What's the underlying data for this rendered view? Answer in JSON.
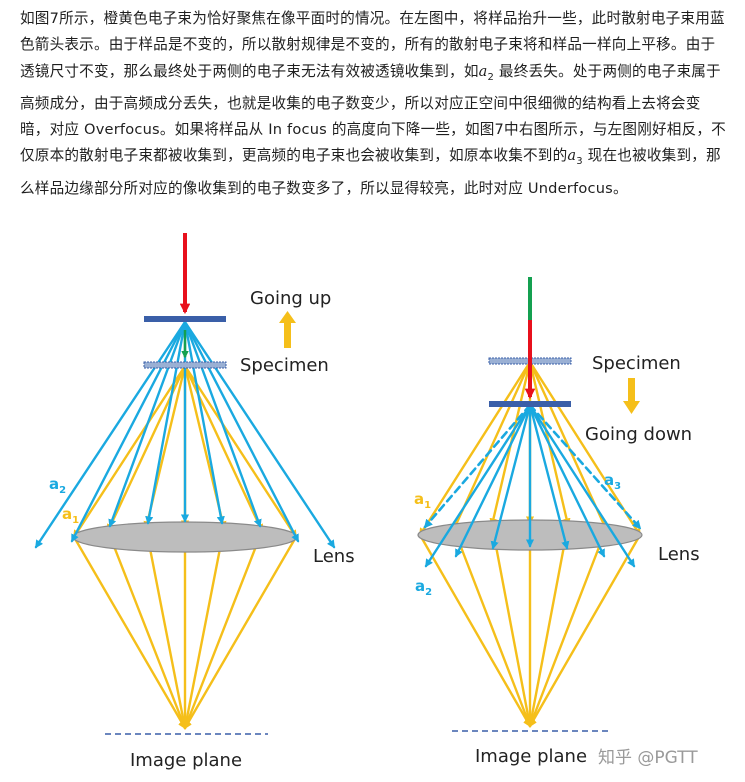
{
  "paragraph": {
    "p1": "如图7所示，橙黄色电子束为恰好聚焦在像平面时的情况。在左图中，将样品抬升一些，此时散射电子束用蓝色箭头表示。由于样品是不变的，所以散射规律是不变的，所有的散射电子束将和样品一样向上平移。由于透镜尺寸不变，那么最终处于两侧的电子束无法有效被透镜收集到，如",
    "a2_letter": "a",
    "a2_sub": "2",
    "p2": " 最终丢失。处于两侧的电子束属于高频成分，由于高频成分丢失，也就是收集的电子数变少，所以对应正空间中很细微的结构看上去将会变暗，对应 Overfocus。如果将样品从 In focus 的高度向下降一些，如图7中右图所示，与左图刚好相反，不仅原本的散射电子束都被收集到，更高频的电子束也会被收集到，如原本收集不到的",
    "a3_letter": "a",
    "a3_sub": "3",
    "p3": " 现在也被收集到，那么样品边缘部分所对应的像收集到的电子数变多了，所以显得较亮，此时对应 Underfocus。"
  },
  "diagram": {
    "colors": {
      "beam_red": "#e8101c",
      "beam_green": "#14a050",
      "scatter_blue": "#1aa9e0",
      "focus_orange": "#f5bf1a",
      "specimen_blue": "#3a5fa8",
      "lens_gray": "#bdbdbd"
    },
    "left": {
      "motion_label": "Going up",
      "specimen_label": "Specimen",
      "lens_label": "Lens",
      "image_plane_label": "Image plane",
      "a1_letter": "a",
      "a1_sub": "1",
      "a2_letter": "a",
      "a2_sub": "2"
    },
    "right": {
      "specimen_label": "Specimen",
      "motion_label": "Going down",
      "lens_label": "Lens",
      "image_plane_label": "Image plane",
      "a1_letter": "a",
      "a1_sub": "1",
      "a2_letter": "a",
      "a2_sub": "2",
      "a3_letter": "a",
      "a3_sub": "3"
    },
    "watermark": "知乎 @PGTT"
  }
}
